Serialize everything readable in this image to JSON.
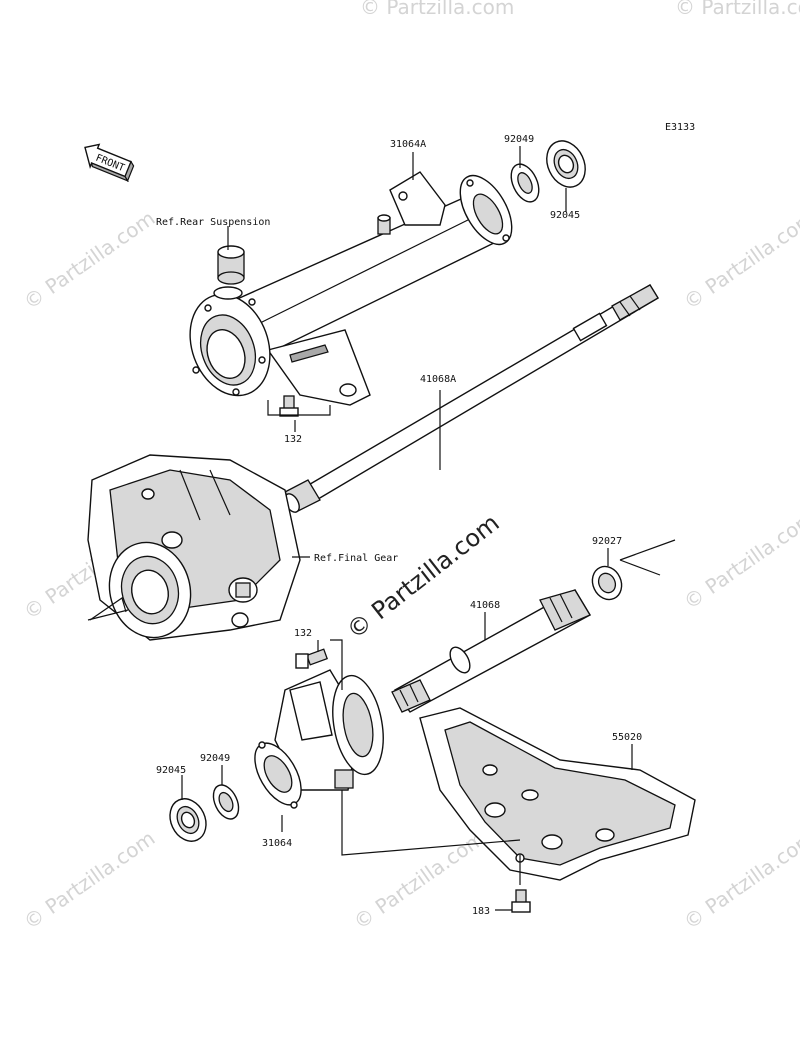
{
  "diagram_code": "E3133",
  "front_label": "FRONT",
  "watermark_text": "© Partzilla.com",
  "center_watermark": "© Partzilla.com",
  "references": {
    "rear_suspension": "Ref.Rear Suspension",
    "final_gear": "Ref.Final Gear"
  },
  "callouts": {
    "c31064A": "31064A",
    "c92049_top": "92049",
    "c92045_top": "92045",
    "c132_top": "132",
    "c41068A": "41068A",
    "c92027": "92027",
    "c41068": "41068",
    "c132_mid": "132",
    "c55020": "55020",
    "c92045_bot": "92045",
    "c92049_bot": "92049",
    "c31064": "31064",
    "c183": "183"
  }
}
